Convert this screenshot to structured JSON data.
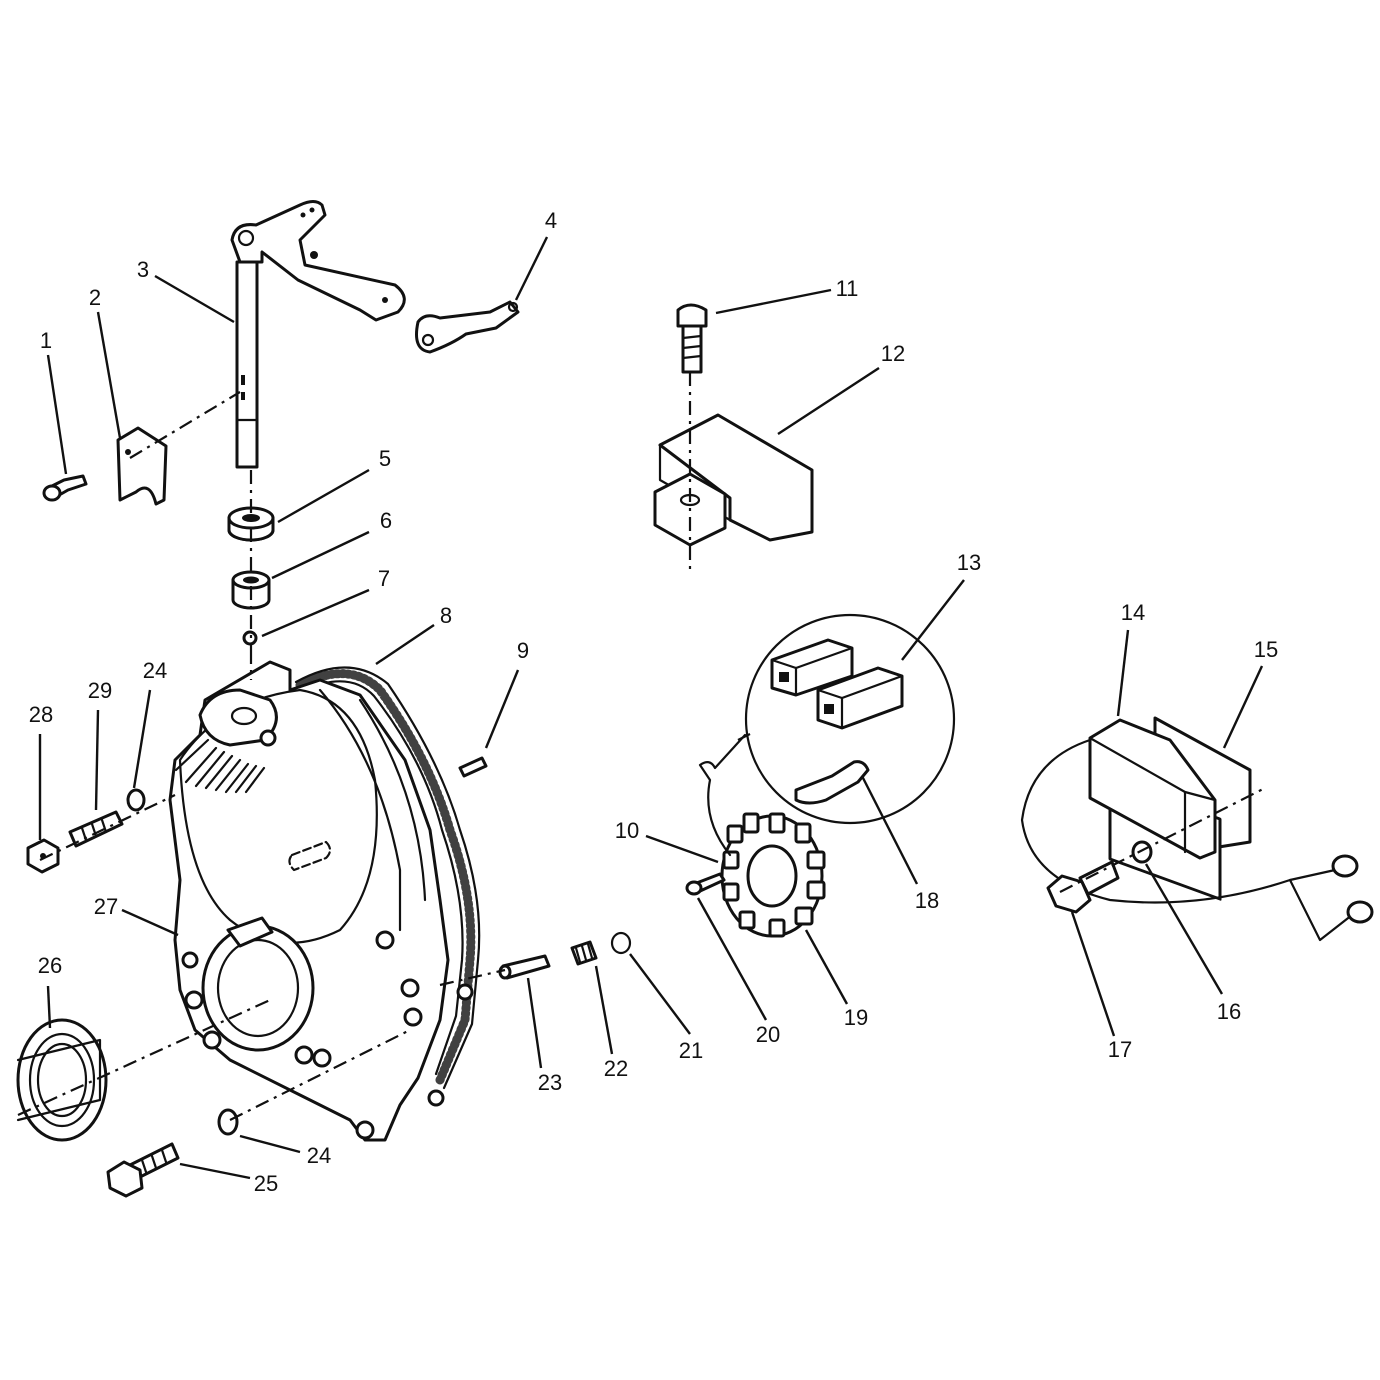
{
  "callouts": [
    {
      "id": "c1",
      "label": "1"
    },
    {
      "id": "c2",
      "label": "2"
    },
    {
      "id": "c3",
      "label": "3"
    },
    {
      "id": "c4",
      "label": "4"
    },
    {
      "id": "c5",
      "label": "5"
    },
    {
      "id": "c6",
      "label": "6"
    },
    {
      "id": "c7",
      "label": "7"
    },
    {
      "id": "c8",
      "label": "8"
    },
    {
      "id": "c9",
      "label": "9"
    },
    {
      "id": "c10",
      "label": "10"
    },
    {
      "id": "c11",
      "label": "11"
    },
    {
      "id": "c12",
      "label": "12"
    },
    {
      "id": "c13",
      "label": "13"
    },
    {
      "id": "c14",
      "label": "14"
    },
    {
      "id": "c15",
      "label": "15"
    },
    {
      "id": "c16",
      "label": "16"
    },
    {
      "id": "c17",
      "label": "17"
    },
    {
      "id": "c18",
      "label": "18"
    },
    {
      "id": "c19",
      "label": "19"
    },
    {
      "id": "c20",
      "label": "20"
    },
    {
      "id": "c21",
      "label": "21"
    },
    {
      "id": "c22",
      "label": "22"
    },
    {
      "id": "c23",
      "label": "23"
    },
    {
      "id": "c24a",
      "label": "24"
    },
    {
      "id": "c24b",
      "label": "24"
    },
    {
      "id": "c25",
      "label": "25"
    },
    {
      "id": "c26",
      "label": "26"
    },
    {
      "id": "c27",
      "label": "27"
    },
    {
      "id": "c28",
      "label": "28"
    },
    {
      "id": "c29",
      "label": "29"
    }
  ]
}
